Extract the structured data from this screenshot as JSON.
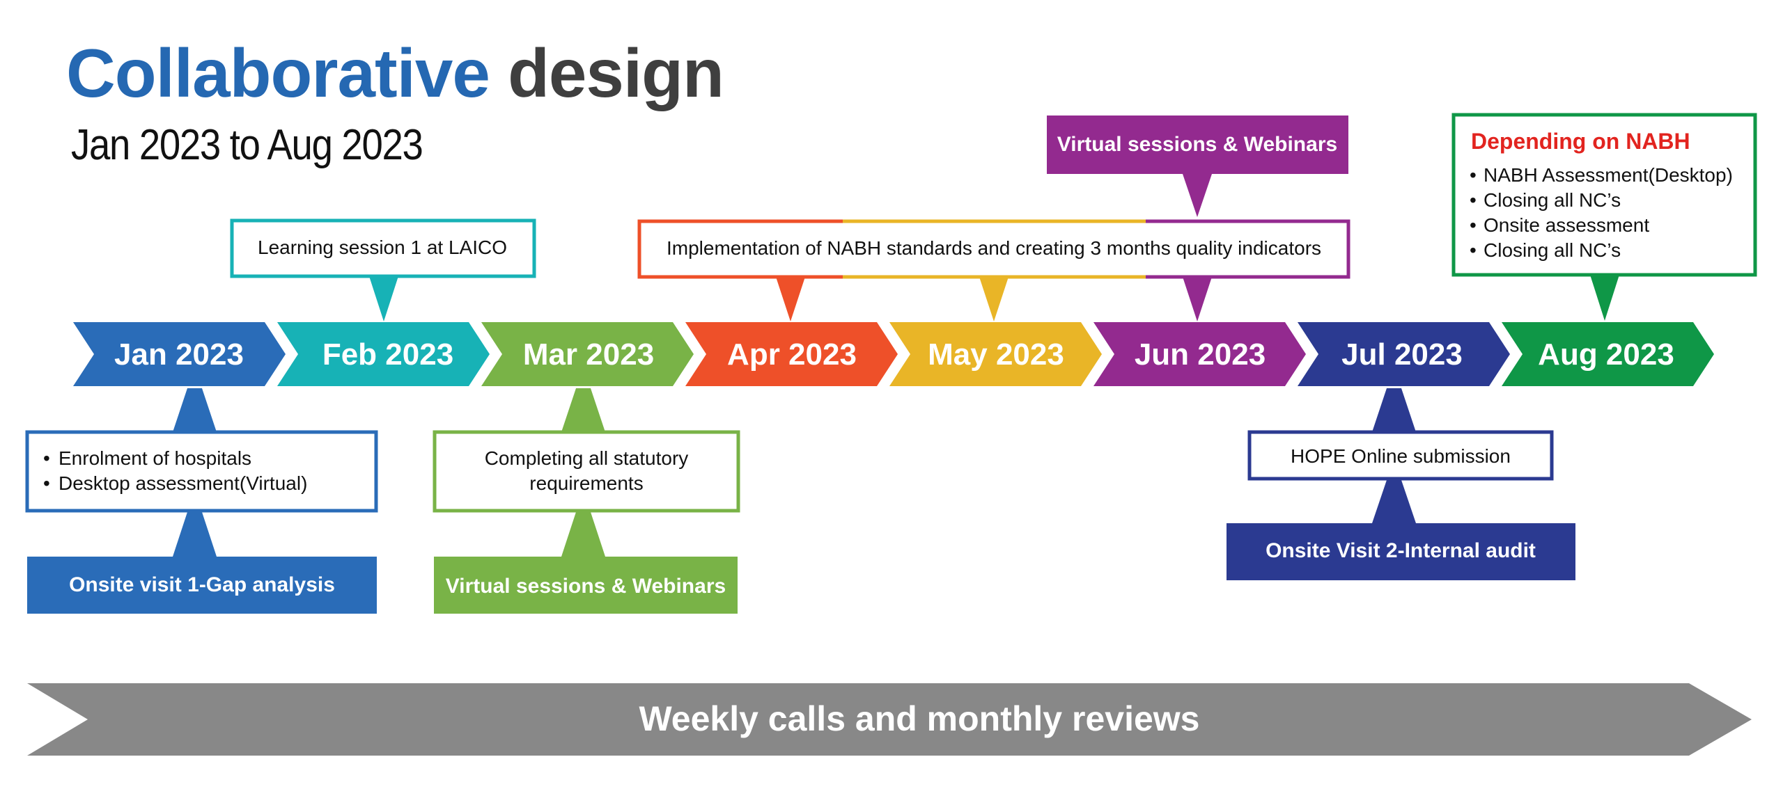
{
  "title": {
    "part1": "Collaborative",
    "part2": "design"
  },
  "subtitle": "Jan 2023 to Aug 2023",
  "colors": {
    "title_blue": "#2568b2",
    "title_gray": "#3f3f3f",
    "jan": "#2a6cb8",
    "feb": "#17b2b6",
    "mar": "#79b347",
    "apr": "#ee5029",
    "may": "#e9b527",
    "jun": "#932a8f",
    "jul": "#2b3a91",
    "aug": "#0f9747",
    "banner": "#888888",
    "nabh_red": "#e2241f"
  },
  "months": [
    "Jan 2023",
    "Feb 2023",
    "Mar 2023",
    "Apr 2023",
    "May 2023",
    "Jun 2023",
    "Jul 2023",
    "Aug 2023"
  ],
  "callouts": {
    "learning_session": "Learning session 1 at LAICO",
    "implementation": "Implementation of NABH standards and creating 3 months quality indicators",
    "virtual_top": "Virtual  sessions & Webinars",
    "nabh": {
      "title": "Depending on NABH",
      "items": [
        "NABH Assessment(Desktop)",
        "Closing all NC’s",
        "Onsite assessment",
        "Closing all NC’s"
      ]
    },
    "jan_list": [
      "Enrolment of hospitals",
      "Desktop assessment(Virtual)"
    ],
    "onsite_visit_1": "Onsite visit 1-Gap analysis",
    "statutory": [
      "Completing all statutory",
      "requirements"
    ],
    "virtual_bottom": "Virtual  sessions & Webinars",
    "hope": "HOPE Online submission",
    "onsite_visit_2": "Onsite Visit 2-Internal audit"
  },
  "banner": "Weekly calls and monthly reviews"
}
